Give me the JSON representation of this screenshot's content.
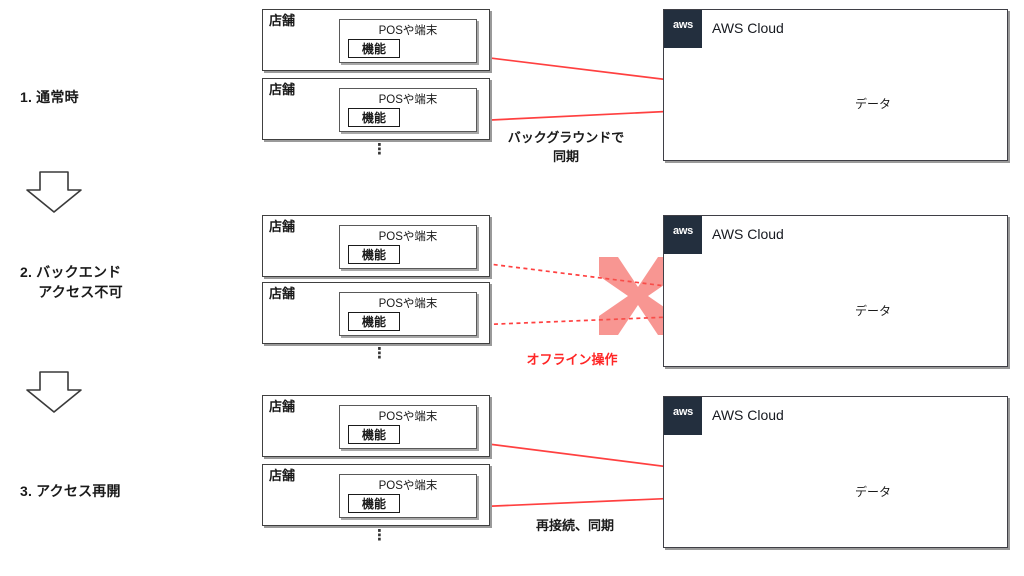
{
  "diagram": {
    "title_colors": {
      "accent_red": "#ff2626",
      "soft_red": "#f98080",
      "aws_navy": "#232F3E",
      "box_gray": "#404040",
      "shadow_gray": "#9a9a9a"
    },
    "steps": [
      {
        "id": "step1",
        "label": "1. 通常時",
        "connector_style": "solid",
        "caption": "バックグラウンドで\n同期",
        "caption_color": "#1a1a1a",
        "blocked": false
      },
      {
        "id": "step2",
        "label": "2. バックエンド\n　 アクセス不可",
        "connector_style": "dotted",
        "caption": "オフライン操作",
        "caption_color": "#ff2626",
        "blocked": true
      },
      {
        "id": "step3",
        "label": "3. アクセス再開",
        "connector_style": "solid",
        "caption": "再接続、同期",
        "caption_color": "#1a1a1a",
        "blocked": false
      }
    ],
    "store": {
      "title": "店舗",
      "pos_title": "POSや端末",
      "function_label": "機能",
      "local_db_name": "local-data-cylinder",
      "more_indicator": "⋮"
    },
    "cloud": {
      "badge_text": "aws",
      "title": "AWS Cloud",
      "database_label": "データ"
    },
    "flow_arrow": {
      "name": "step-down-arrow",
      "count": 2
    },
    "blocked_marker": {
      "name": "connection-blocked-x",
      "symbol": "✕",
      "color": "#f98080"
    }
  }
}
